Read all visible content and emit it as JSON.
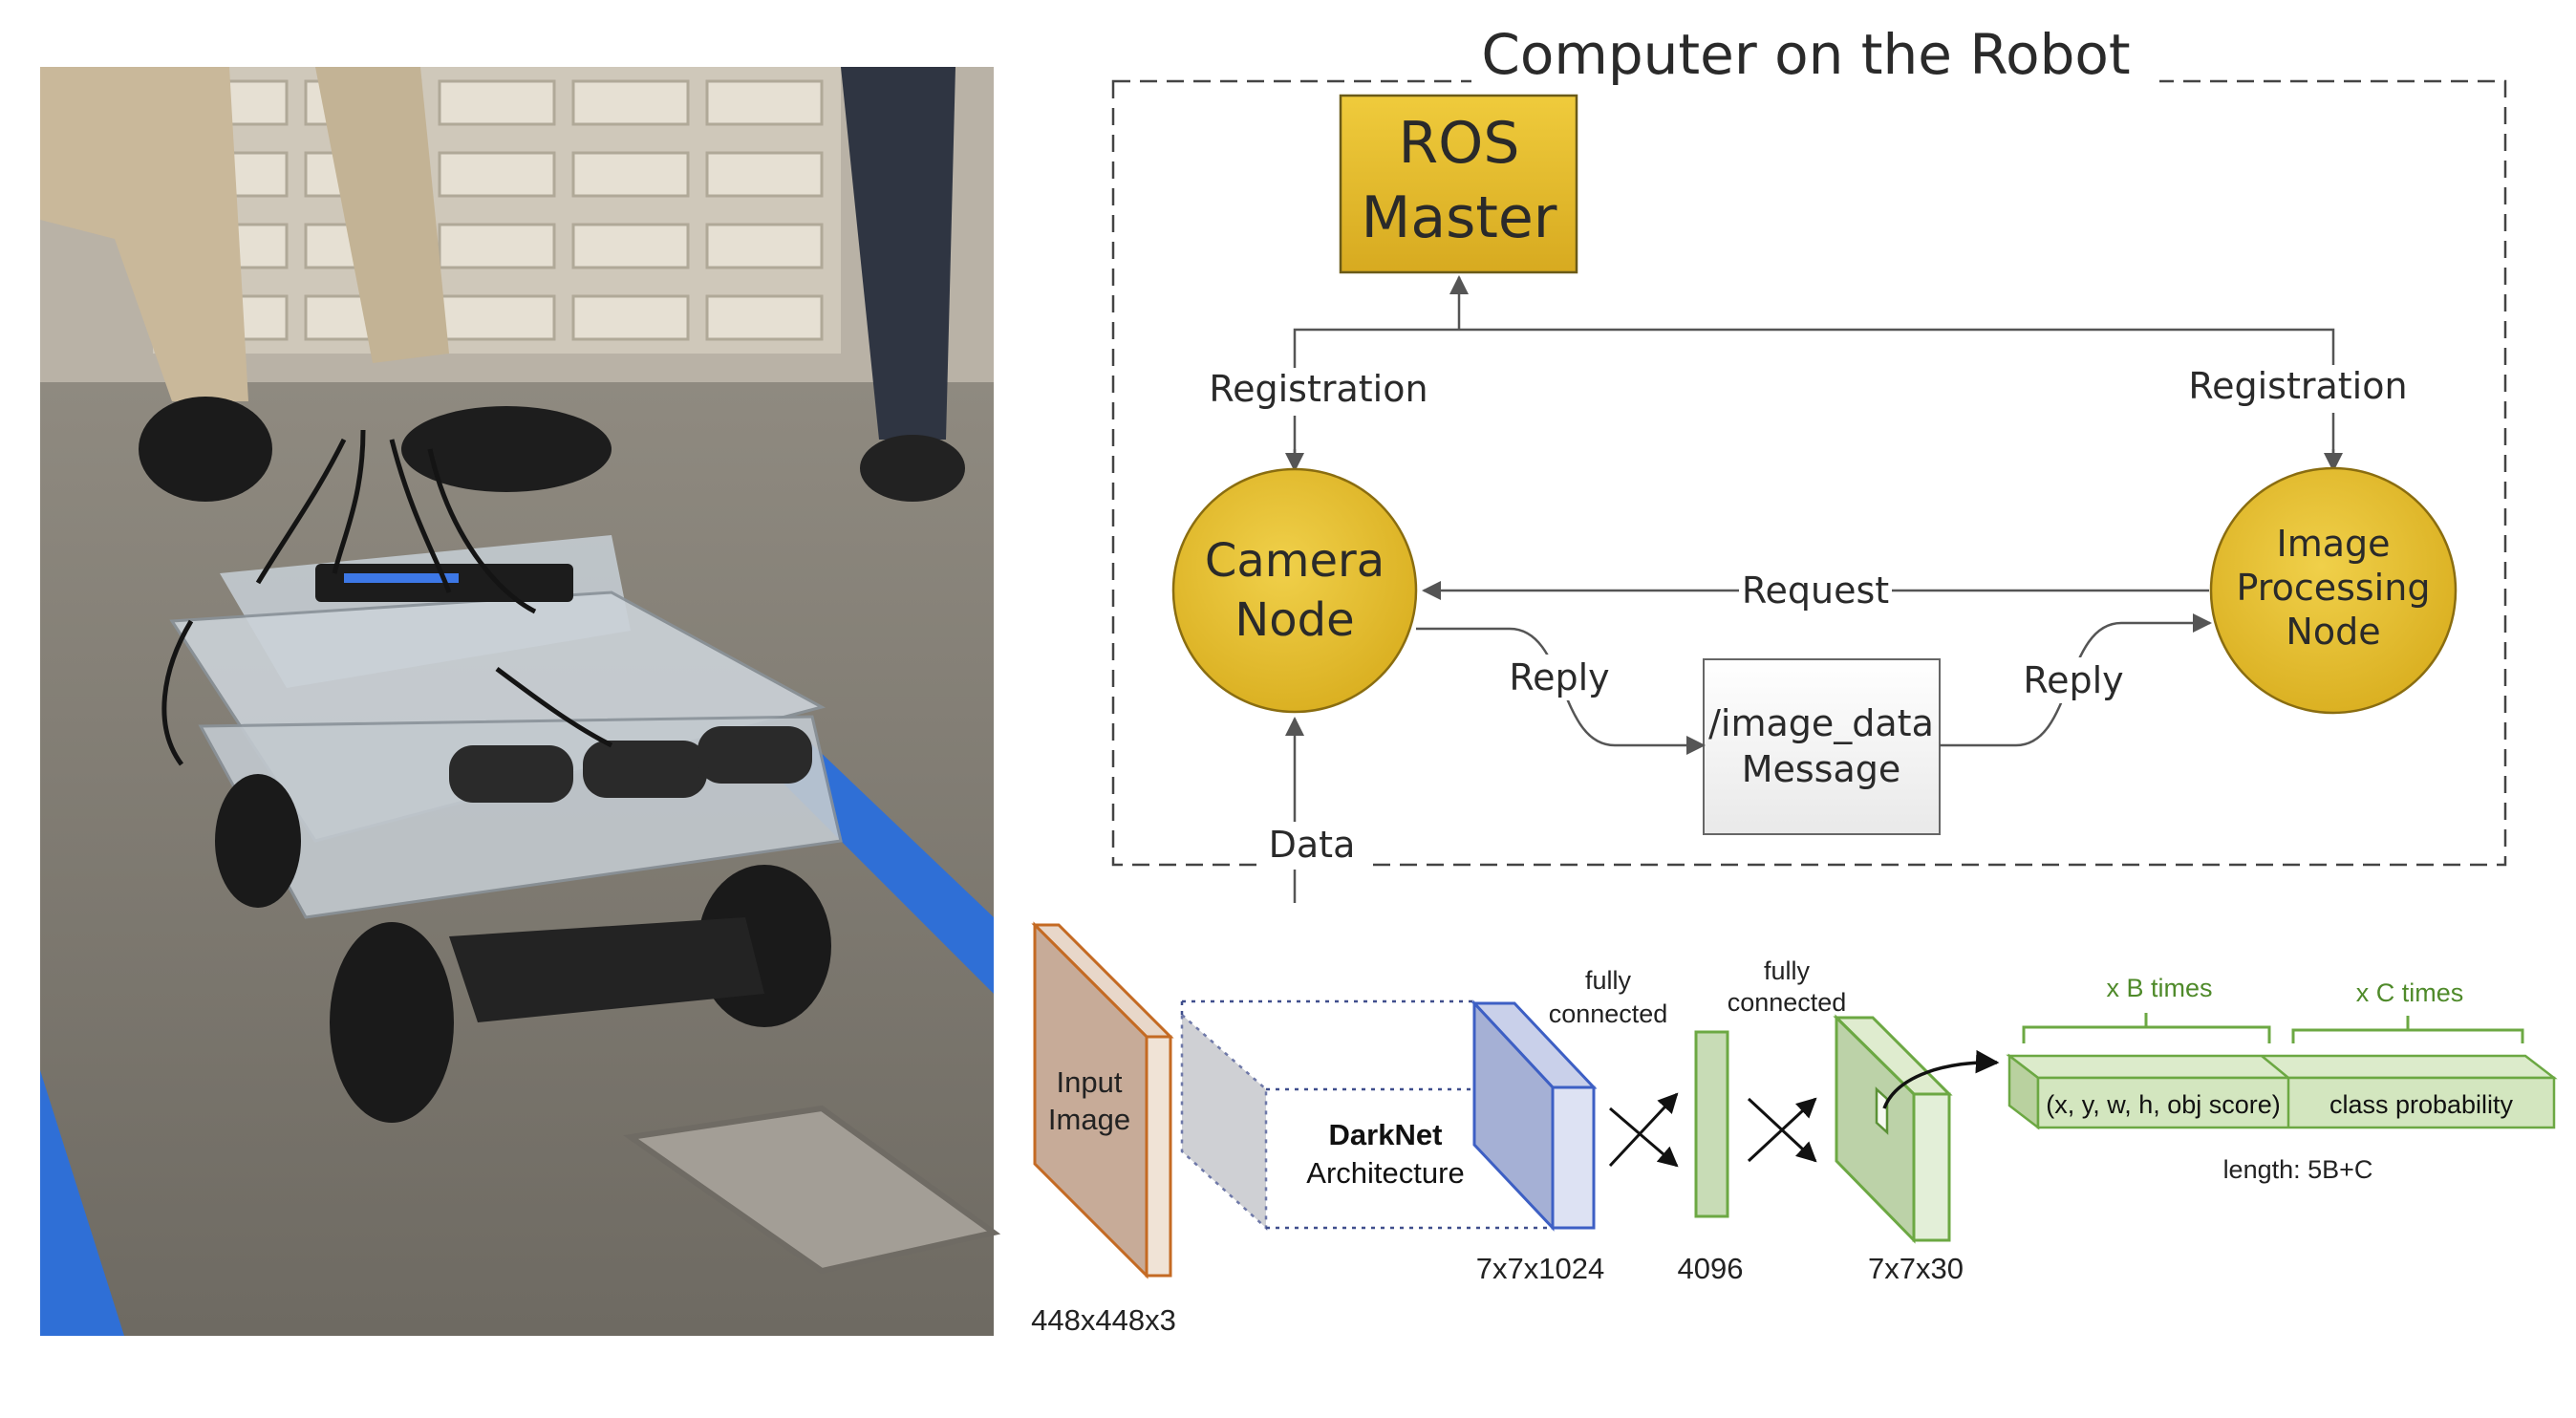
{
  "ros_diagram": {
    "title": "Computer on the Robot",
    "ros_master": [
      "ROS",
      "Master"
    ],
    "camera_node": [
      "Camera",
      "Node"
    ],
    "image_processing_node": [
      "Image",
      "Processing",
      "Node"
    ],
    "message_box": [
      "/image_data",
      "Message"
    ],
    "labels": {
      "registration_left": "Registration",
      "registration_right": "Registration",
      "request": "Request",
      "reply_left": "Reply",
      "reply_right": "Reply",
      "data": "Data"
    },
    "colors": {
      "node_fill": "#e5be2d",
      "node_stroke": "#9a7b10",
      "message_fill": "#f1f1f1"
    }
  },
  "yolo_diagram": {
    "input_image": [
      "Input",
      "Image"
    ],
    "input_size": "448x448x3",
    "darknet_bold": "DarkNet",
    "darknet_sub": "Architecture",
    "fc1": [
      "fully",
      "connected"
    ],
    "fc2": [
      "fully",
      "connected"
    ],
    "size_1024": "7x7x1024",
    "size_4096": "4096",
    "size_30": "7x7x30",
    "x_b_times": "x B times",
    "x_c_times": "x C times",
    "bbox_label": "(x, y, w, h, obj score)",
    "class_label": "class probability",
    "length_label": "length: 5B+C",
    "colors": {
      "input": "#c8ab98",
      "darknet_block": "#a6b1d6",
      "green_block": "#c8dcb6",
      "green_text": "#4f8a2a"
    }
  }
}
